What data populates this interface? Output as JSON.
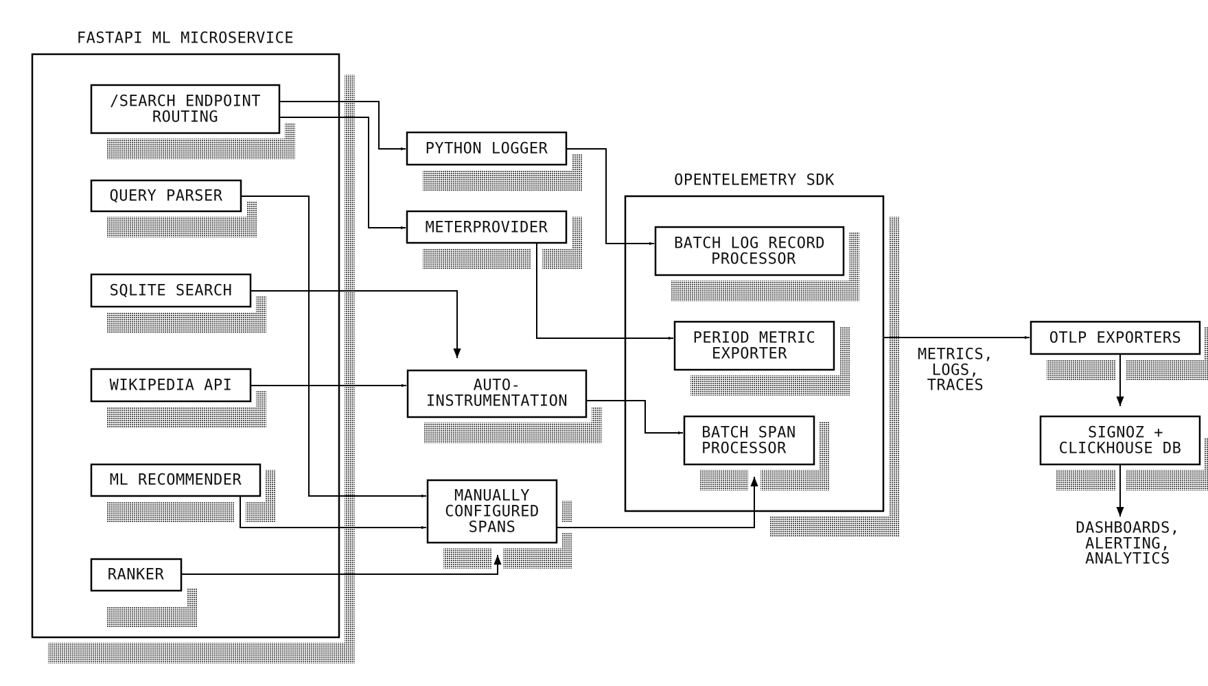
{
  "colors": {
    "ink": "#000000",
    "background": "#ffffff",
    "shadow_dots": "#555555"
  },
  "groups": {
    "fastapi": {
      "title": "FASTAPI ML MICROSERVICE"
    },
    "otel_sdk": {
      "title": "OPENTELEMETRY SDK"
    }
  },
  "nodes": {
    "search_endpoint": {
      "lines": [
        "/SEARCH ENDPOINT",
        "ROUTING"
      ]
    },
    "query_parser": {
      "lines": [
        "QUERY PARSER"
      ]
    },
    "sqlite_search": {
      "lines": [
        "SQLITE SEARCH"
      ]
    },
    "wikipedia_api": {
      "lines": [
        "WIKIPEDIA API"
      ]
    },
    "ml_recommender": {
      "lines": [
        "ML RECOMMENDER"
      ]
    },
    "ranker": {
      "lines": [
        "RANKER"
      ]
    },
    "python_logger": {
      "lines": [
        "PYTHON LOGGER"
      ]
    },
    "meterprovider": {
      "lines": [
        "METERPROVIDER"
      ]
    },
    "auto_instrumentation": {
      "lines": [
        "AUTO-",
        "INSTRUMENTATION"
      ]
    },
    "manual_spans": {
      "lines": [
        "MANUALLY",
        "CONFIGURED",
        "SPANS"
      ]
    },
    "batch_log": {
      "lines": [
        "BATCH LOG RECORD",
        "PROCESSOR"
      ]
    },
    "period_metric": {
      "lines": [
        "PERIOD METRIC",
        "EXPORTER"
      ]
    },
    "batch_span": {
      "lines": [
        "BATCH SPAN",
        "PROCESSOR"
      ]
    },
    "otlp_exporters": {
      "lines": [
        "OTLP EXPORTERS"
      ]
    },
    "signoz": {
      "lines": [
        "SIGNOZ +",
        "CLICKHOUSE DB"
      ]
    }
  },
  "edge_labels": {
    "sdk_to_otlp": {
      "lines": [
        "METRICS,",
        "LOGS,",
        "TRACES"
      ]
    },
    "outputs": {
      "lines": [
        "DASHBOARDS,",
        "ALERTING,",
        "ANALYTICS"
      ]
    }
  },
  "edges": [
    {
      "from": "search_endpoint",
      "to": "python_logger"
    },
    {
      "from": "search_endpoint",
      "to": "meterprovider"
    },
    {
      "from": "query_parser",
      "to": "manual_spans"
    },
    {
      "from": "sqlite_search",
      "to": "auto_instrumentation"
    },
    {
      "from": "wikipedia_api",
      "to": "auto_instrumentation"
    },
    {
      "from": "ml_recommender",
      "to": "manual_spans"
    },
    {
      "from": "ranker",
      "to": "manual_spans"
    },
    {
      "from": "python_logger",
      "to": "batch_log"
    },
    {
      "from": "meterprovider",
      "to": "period_metric"
    },
    {
      "from": "auto_instrumentation",
      "to": "batch_span"
    },
    {
      "from": "manual_spans",
      "to": "batch_span"
    },
    {
      "from": "otel_sdk",
      "to": "otlp_exporters"
    },
    {
      "from": "otlp_exporters",
      "to": "signoz"
    },
    {
      "from": "signoz",
      "to": "outputs"
    }
  ]
}
